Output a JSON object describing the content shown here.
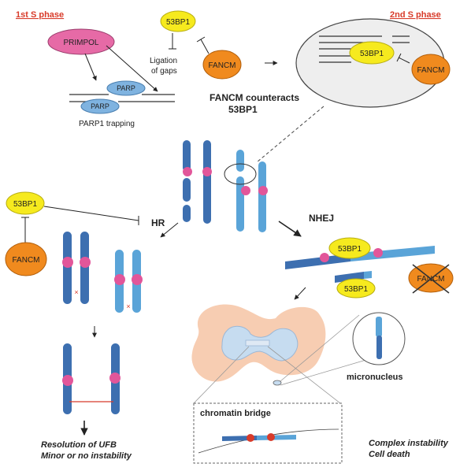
{
  "labels": {
    "phase1": "1st S phase",
    "phase2": "2nd S phase",
    "primpol": "PRIMPOL",
    "parp": "PARP",
    "parp1_trapping": "PARP1 trapping",
    "bp53": "53BP1",
    "fancm": "FANCM",
    "ligation_line1": "Ligation",
    "ligation_line2": "of gaps",
    "counteracts_line1": "FANCM counteracts",
    "counteracts_line2": "53BP1",
    "hr": "HR",
    "nhej": "NHEJ",
    "micronucleus": "micronucleus",
    "chromatin_bridge": "chromatin bridge",
    "resolution_line1": "Resolution of UFB",
    "resolution_line2": "Minor or no instability",
    "instability_line1": "Complex instability",
    "instability_line2": "Cell death"
  },
  "colors": {
    "phase_red": "#d83b2a",
    "primpol_pink": "#e66aa6",
    "parp_blue": "#7fb3e0",
    "bp53_yellow": "#f6ea1e",
    "fancm_orange": "#f08a1e",
    "chromosome_dark": "#3d6fb0",
    "chromosome_light": "#5aa4d8",
    "centromere": "#e2569a",
    "cell_peach": "#f7cdb2",
    "nucleus_blue": "#c6dcf0"
  }
}
